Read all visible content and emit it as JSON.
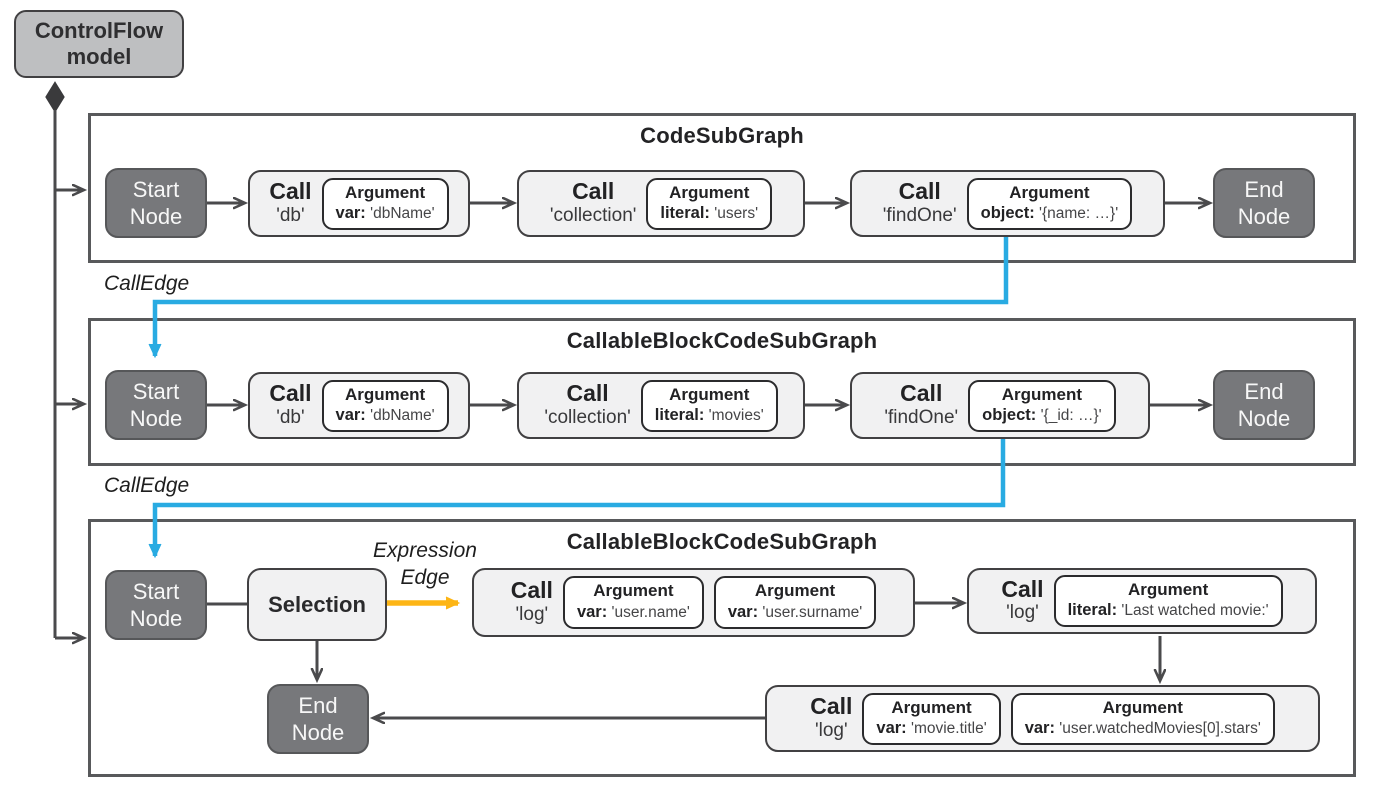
{
  "model_box": {
    "label": "ControlFlow model"
  },
  "labels": {
    "call_edge_1": "CallEdge",
    "call_edge_2": "CallEdge",
    "expression_edge": "Expression Edge"
  },
  "colors": {
    "call_edge": "#29ABE2",
    "expression_edge": "#FDB515",
    "terminal_node_fill": "#77787B",
    "call_node_fill": "#F1F1F2",
    "border_dark": "#414042"
  },
  "subgraphs": [
    {
      "title": "CodeSubGraph",
      "start": {
        "line1": "Start",
        "line2": "Node"
      },
      "end": {
        "line1": "End",
        "line2": "Node"
      },
      "calls": [
        {
          "title": "Call",
          "callee": "'db'",
          "args": [
            {
              "title": "Argument",
              "key": "var:",
              "value": "'dbName'"
            }
          ]
        },
        {
          "title": "Call",
          "callee": "'collection'",
          "args": [
            {
              "title": "Argument",
              "key": "literal:",
              "value": "'users'"
            }
          ]
        },
        {
          "title": "Call",
          "callee": "'findOne'",
          "args": [
            {
              "title": "Argument",
              "key": "object:",
              "value": "'{name: …}'"
            }
          ]
        }
      ]
    },
    {
      "title": "CallableBlockCodeSubGraph",
      "start": {
        "line1": "Start",
        "line2": "Node"
      },
      "end": {
        "line1": "End",
        "line2": "Node"
      },
      "calls": [
        {
          "title": "Call",
          "callee": "'db'",
          "args": [
            {
              "title": "Argument",
              "key": "var:",
              "value": "'dbName'"
            }
          ]
        },
        {
          "title": "Call",
          "callee": "'collection'",
          "args": [
            {
              "title": "Argument",
              "key": "literal:",
              "value": "'movies'"
            }
          ]
        },
        {
          "title": "Call",
          "callee": "'findOne'",
          "args": [
            {
              "title": "Argument",
              "key": "object:",
              "value": "'{_id: …}'"
            }
          ]
        }
      ]
    },
    {
      "title": "CallableBlockCodeSubGraph",
      "start": {
        "line1": "Start",
        "line2": "Node"
      },
      "end": {
        "line1": "End",
        "line2": "Node"
      },
      "selection": {
        "label": "Selection"
      },
      "calls": [
        {
          "title": "Call",
          "callee": "'log'",
          "args": [
            {
              "title": "Argument",
              "key": "var:",
              "value": "'user.name'"
            },
            {
              "title": "Argument",
              "key": "var:",
              "value": "'user.surname'"
            }
          ]
        },
        {
          "title": "Call",
          "callee": "'log'",
          "args": [
            {
              "title": "Argument",
              "key": "literal:",
              "value": "'Last watched movie:'"
            }
          ]
        },
        {
          "title": "Call",
          "callee": "'log'",
          "args": [
            {
              "title": "Argument",
              "key": "var:",
              "value": "'movie.title'"
            },
            {
              "title": "Argument",
              "key": "var:",
              "value": "'user.watchedMovies[0].stars'"
            }
          ]
        }
      ]
    }
  ]
}
